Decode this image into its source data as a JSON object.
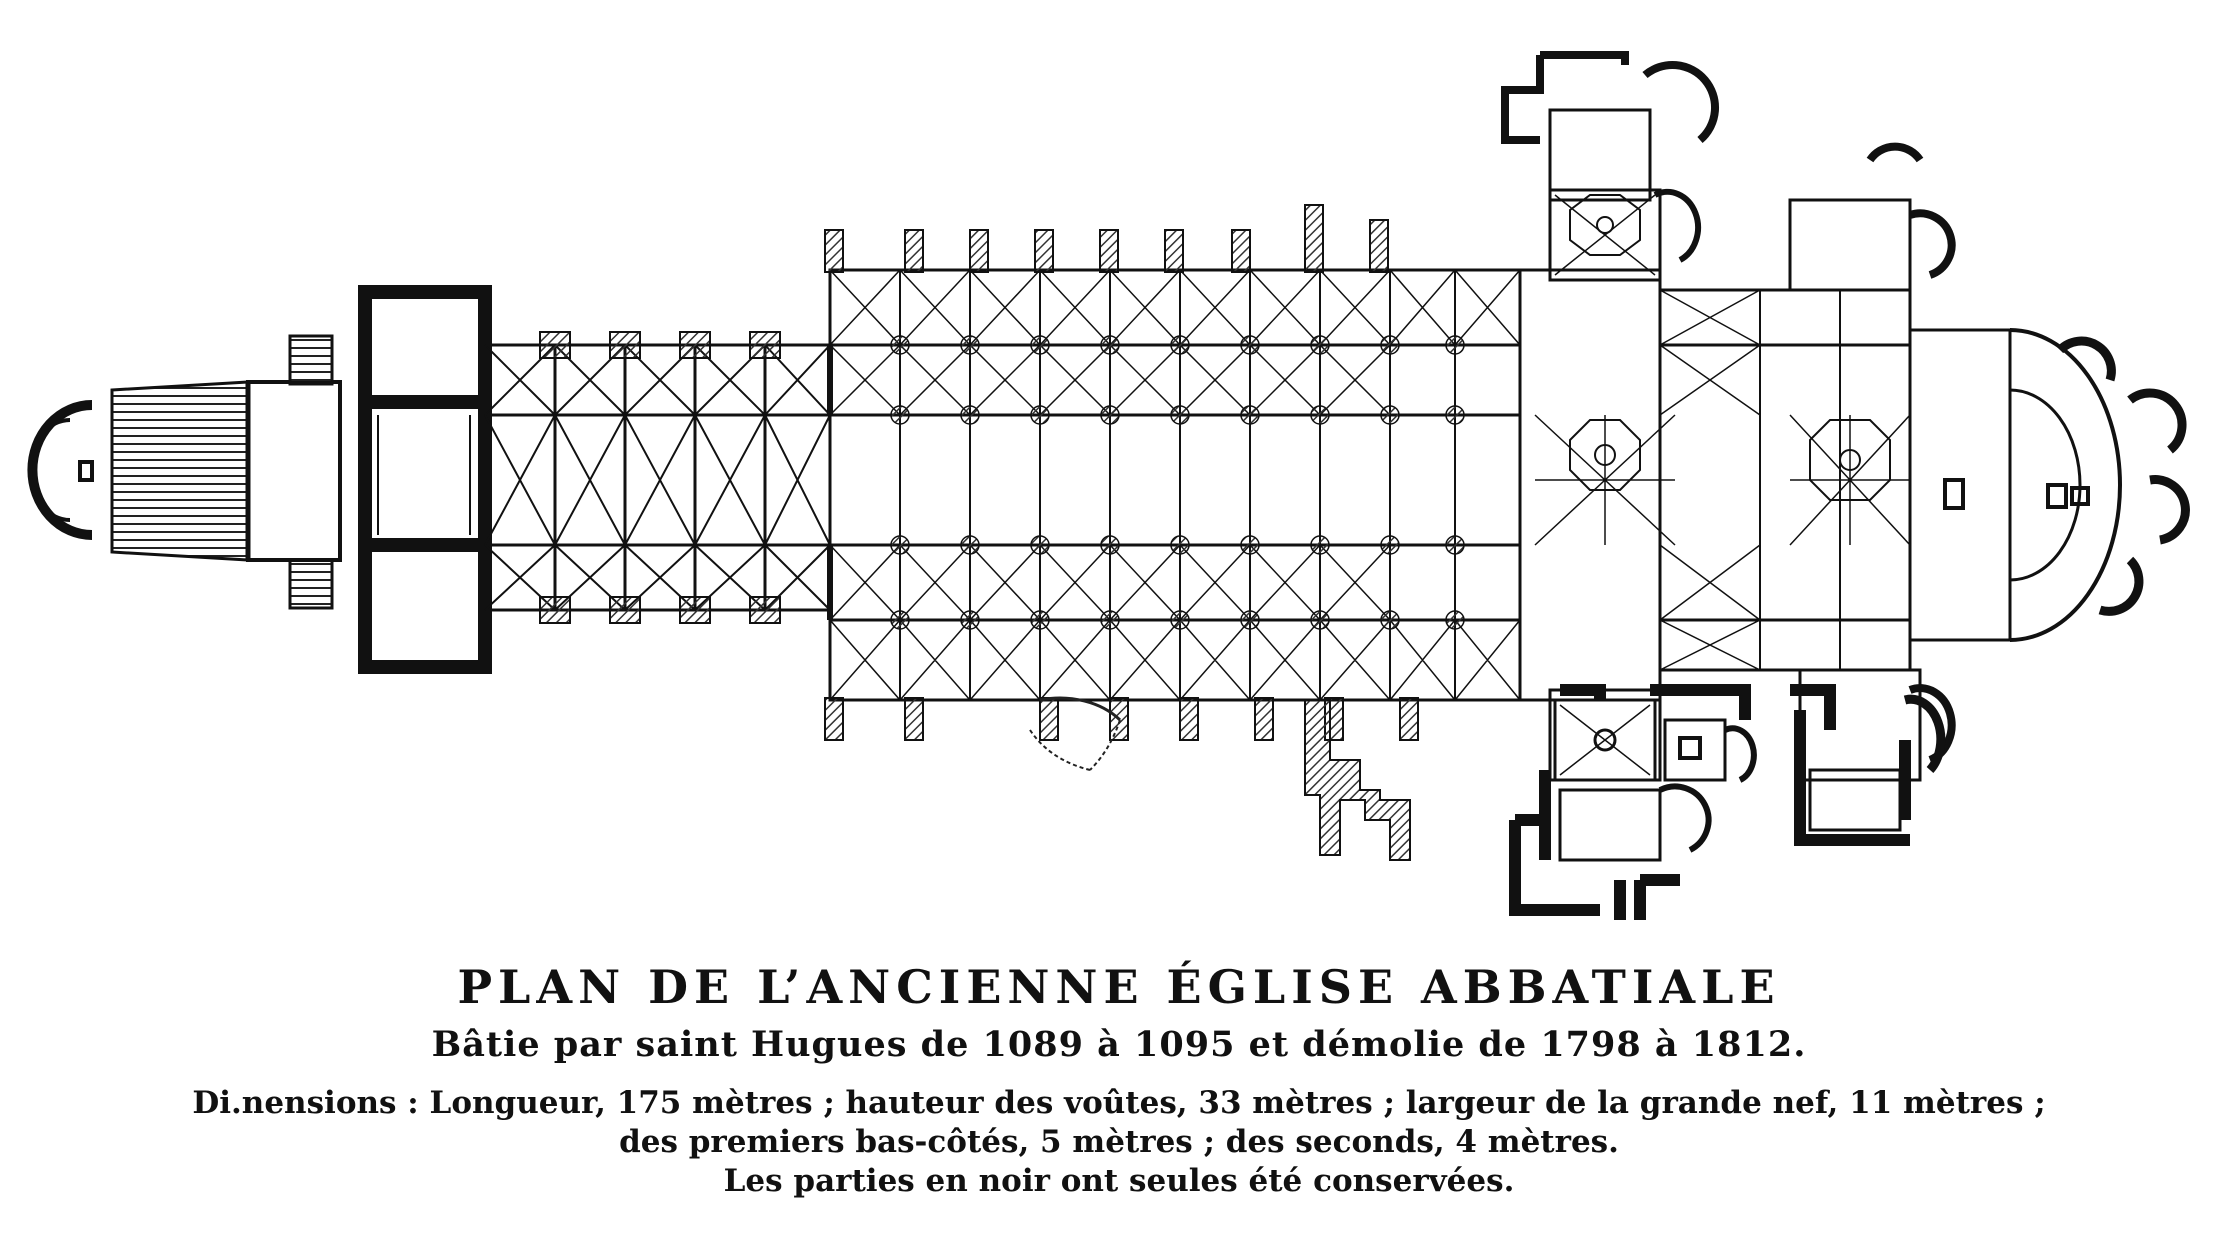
{
  "caption": {
    "title": "PLAN DE L’ANCIENNE ÉGLISE ABBATIALE",
    "subtitle": "Bâtie par saint Hugues de 1089 à 1095 et démolie de 1798 à 1812.",
    "dimensions_line1": "Di.nensions : Longueur, 175 mètres ;  hauteur des voûtes, 33 mètres ;  largeur de la grande nef, 11 mètres ;",
    "dimensions_line2": "des premiers bas-côtés, 5 mètres ; des seconds, 4 mètres.",
    "note": "Les parties en noir ont seules été conservées."
  },
  "colors": {
    "ink": "#111111",
    "paper": "#ffffff",
    "hatch": "#555555"
  }
}
